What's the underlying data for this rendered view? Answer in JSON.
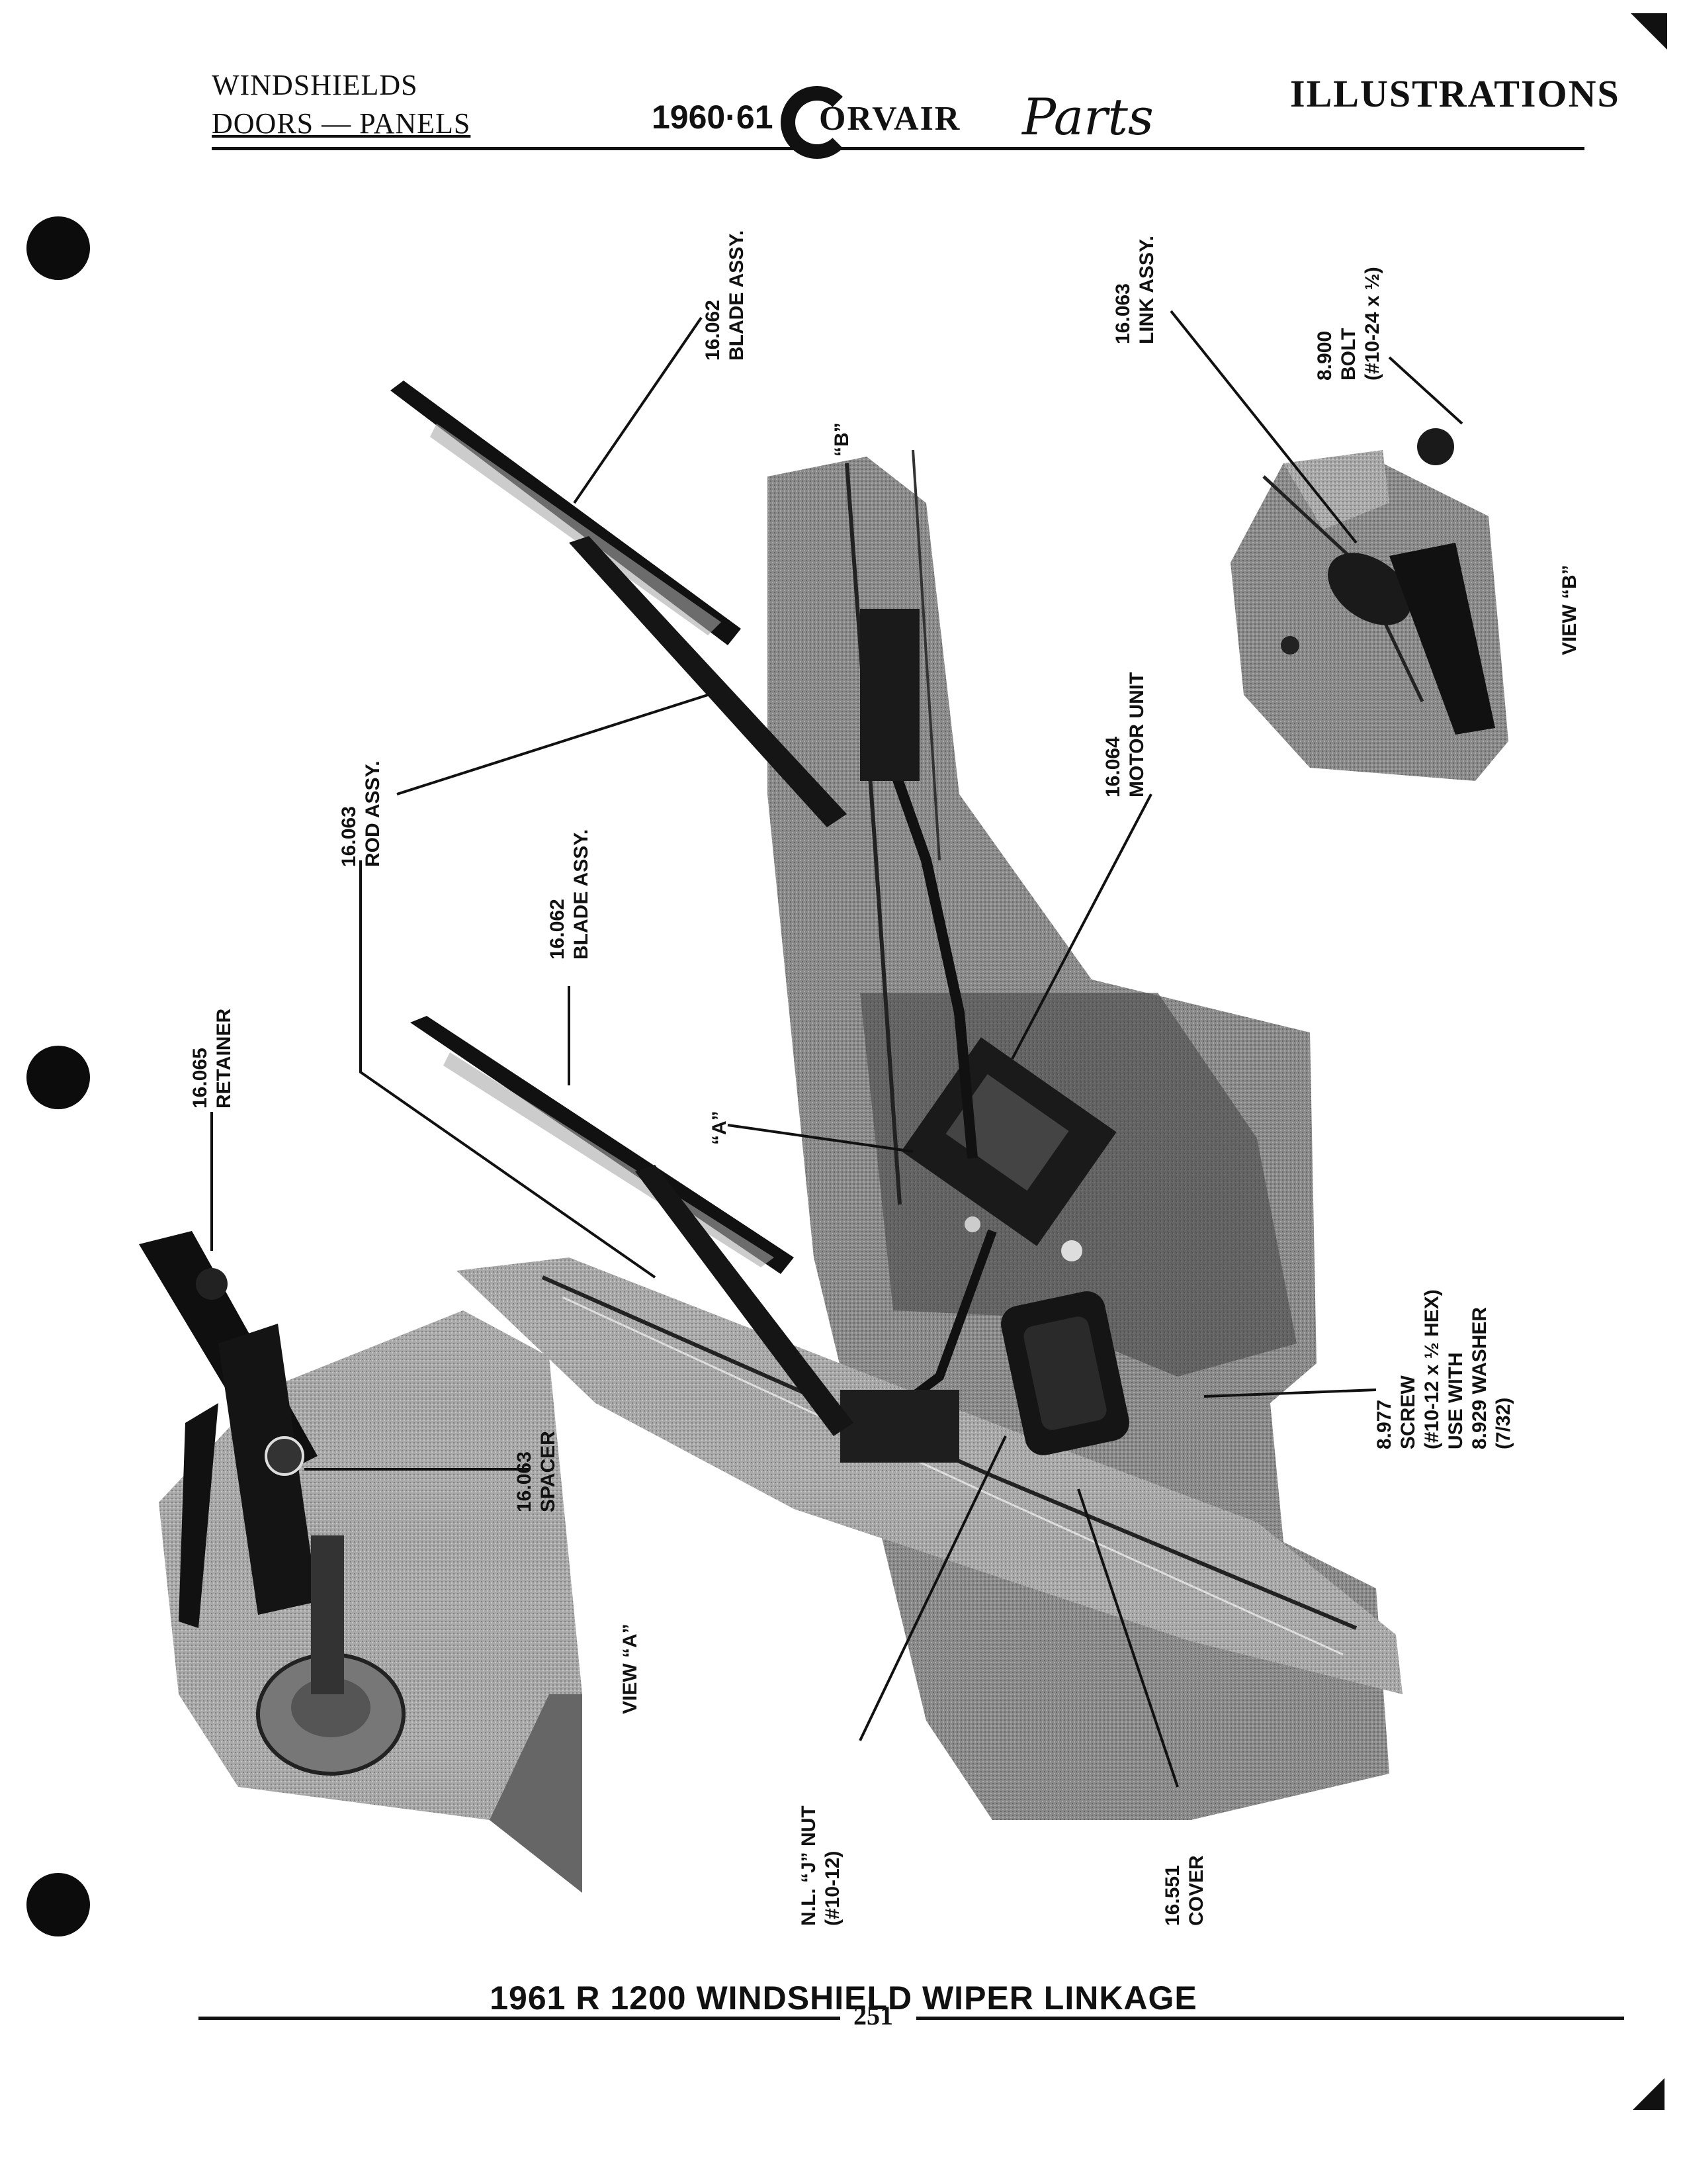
{
  "header": {
    "section_line1": "WINDSHIELDS",
    "section_line2": "DOORS — PANELS",
    "year": "1960·61",
    "brand": "ORVAIR",
    "parts": "Parts",
    "right_title": "ILLUSTRATIONS"
  },
  "labels": {
    "blade_top": {
      "num": "16.062",
      "text": "BLADE ASSY."
    },
    "b_marker": "“B”",
    "link": {
      "num": "16.063",
      "text": "LINK ASSY."
    },
    "bolt": {
      "num": "8.900",
      "text": "BOLT",
      "size": "(#10-24 x ½)"
    },
    "view_b": "VIEW “B”",
    "rod": {
      "num": "16.063",
      "text": "ROD ASSY."
    },
    "motor": {
      "num": "16.064",
      "text": "MOTOR UNIT"
    },
    "blade_mid": {
      "num": "16.062",
      "text": "BLADE ASSY."
    },
    "retainer": {
      "num": "16.065",
      "text": "RETAINER"
    },
    "a_marker": "“A”",
    "spacer": {
      "num": "16.063",
      "text": "SPACER"
    },
    "view_a": "VIEW “A”",
    "screw": {
      "num": "8.977",
      "text": "SCREW",
      "size": "(#10-12 x ½ HEX)",
      "use": "USE WITH",
      "washer": "8.929 WASHER",
      "washer_size": "(7/32)"
    },
    "jnut": {
      "text": "N.L. “J” NUT",
      "size": "(#10-12)"
    },
    "cover": {
      "num": "16.551",
      "text": "COVER"
    }
  },
  "caption": "1961 R 1200 WINDSHIELD WIPER LINKAGE",
  "page_number": "251"
}
